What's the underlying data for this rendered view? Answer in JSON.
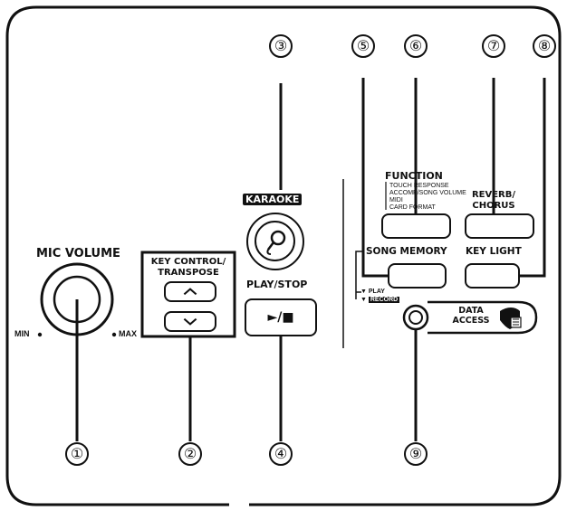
{
  "labels": {
    "mic_volume": "MIC VOLUME",
    "min": "MIN",
    "max": "MAX",
    "key_control_line1": "KEY CONTROL/",
    "key_control_line2": "TRANSPOSE",
    "karaoke": "KARAOKE",
    "play_stop": "PLAY/STOP",
    "play_stop_symbol": "►/■",
    "function": "FUNCTION",
    "function_items": [
      "TOUCH RESPONSE",
      "ACCOMP/SONG VOLUME",
      "MIDI",
      "CARD FORMAT"
    ],
    "reverb_line1": "REVERB/",
    "reverb_line2": "CHORUS",
    "song_memory": "SONG MEMORY",
    "key_light": "KEY LIGHT",
    "play": "PLAY",
    "record": "RECORD",
    "data_access_line1": "DATA",
    "data_access_line2": "ACCESS"
  },
  "callouts": [
    "①",
    "②",
    "③",
    "④",
    "⑤",
    "⑥",
    "⑦",
    "⑧",
    "⑨"
  ],
  "icons": {
    "up": "chevron-up-icon",
    "down": "chevron-down-icon",
    "mic": "microphone-icon",
    "card": "memory-card-icon"
  },
  "colors": {
    "line": "#111111",
    "background": "#ffffff"
  }
}
